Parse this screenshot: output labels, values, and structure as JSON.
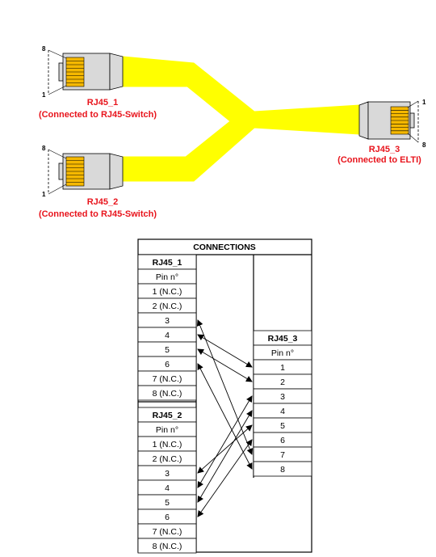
{
  "connectors": {
    "rj45_1": {
      "name": "RJ45_1",
      "note": "(Connected to RJ45-Switch)",
      "pin_top": "8",
      "pin_bottom": "1"
    },
    "rj45_2": {
      "name": "RJ45_2",
      "note": "(Connected to RJ45-Switch)",
      "pin_top": "8",
      "pin_bottom": "1"
    },
    "rj45_3": {
      "name": "RJ45_3",
      "note": "(Connected to ELTI)",
      "pin_top": "1",
      "pin_bottom": "8"
    }
  },
  "colors": {
    "cable": "#ffff00",
    "label": "#e8141c",
    "plug_body": "#d9d9d9",
    "contacts": "#f5b800"
  },
  "table": {
    "title": "CONNECTIONS",
    "rj45_1": {
      "header": "RJ45_1",
      "pin_header": "Pin n°",
      "pins": [
        "1 (N.C.)",
        "2 (N.C.)",
        "3",
        "4",
        "5",
        "6",
        "7 (N.C.)",
        "8 (N.C.)"
      ]
    },
    "rj45_2": {
      "header": "RJ45_2",
      "pin_header": "Pin n°",
      "pins": [
        "1 (N.C.)",
        "2 (N.C.)",
        "3",
        "4",
        "5",
        "6",
        "7 (N.C.)",
        "8 (N.C.)"
      ]
    },
    "rj45_3": {
      "header": "RJ45_3",
      "pin_header": "Pin n°",
      "pins": [
        "1",
        "2",
        "3",
        "4",
        "5",
        "6",
        "7",
        "8"
      ]
    }
  },
  "wiring": [
    {
      "from": "RJ45_1",
      "pin": "3",
      "to_pin": "7"
    },
    {
      "from": "RJ45_1",
      "pin": "4",
      "to_pin": "1"
    },
    {
      "from": "RJ45_1",
      "pin": "5",
      "to_pin": "2"
    },
    {
      "from": "RJ45_1",
      "pin": "6",
      "to_pin": "8"
    },
    {
      "from": "RJ45_2",
      "pin": "3",
      "to_pin": "5"
    },
    {
      "from": "RJ45_2",
      "pin": "4",
      "to_pin": "3"
    },
    {
      "from": "RJ45_2",
      "pin": "5",
      "to_pin": "4"
    },
    {
      "from": "RJ45_2",
      "pin": "6",
      "to_pin": "6"
    }
  ]
}
